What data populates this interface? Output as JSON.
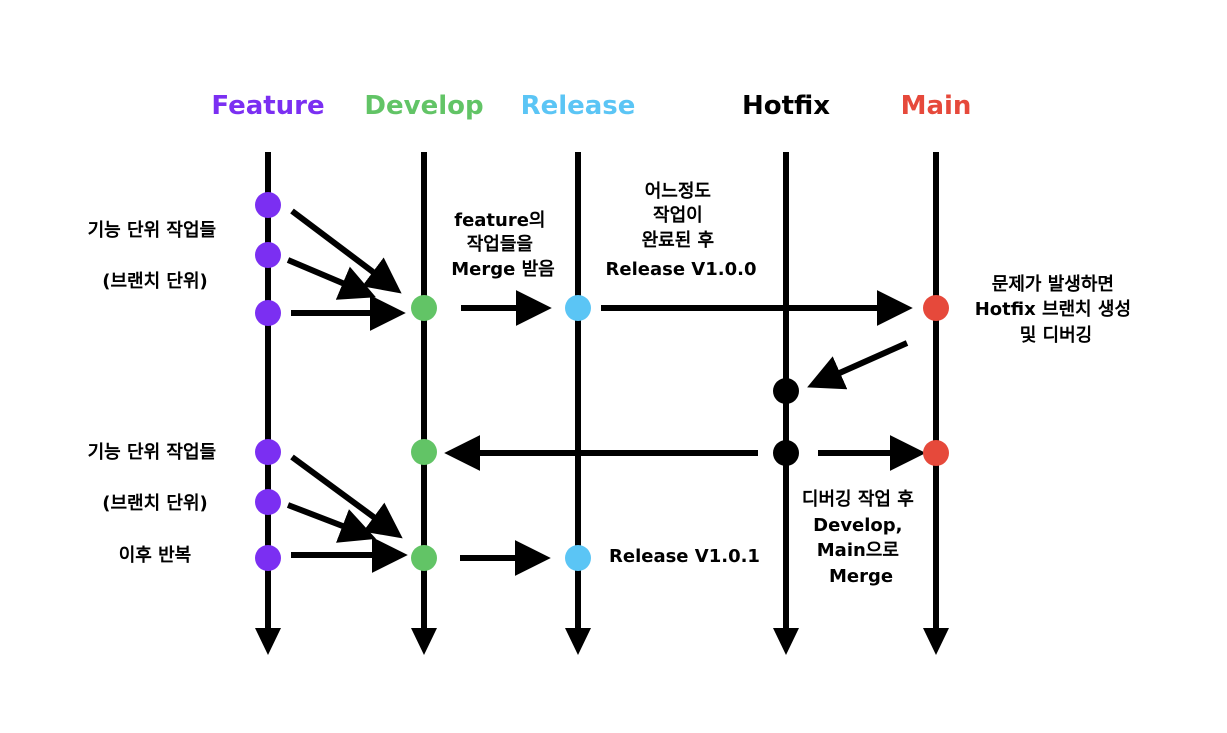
{
  "colors": {
    "feature": "#7b2ff2",
    "develop": "#62c466",
    "release": "#5bc5f5",
    "hotfix": "#000000",
    "main": "#e6493b",
    "line": "#000000"
  },
  "lanes": [
    {
      "id": "feature",
      "title": "Feature"
    },
    {
      "id": "develop",
      "title": "Develop"
    },
    {
      "id": "release",
      "title": "Release"
    },
    {
      "id": "hotfix",
      "title": "Hotfix"
    },
    {
      "id": "main",
      "title": "Main"
    }
  ],
  "notes": {
    "feature_work_1": [
      "기능 단위 작업들",
      "(브랜치 단위)"
    ],
    "develop_merge": [
      "feature의",
      "작업들을",
      "Merge 받음"
    ],
    "release_done": [
      "어느정도",
      "작업이",
      "완료된 후",
      "Release V1.0.0"
    ],
    "hotfix_create": [
      "문제가 발생하면",
      "Hotfix 브랜치 생성",
      "및 디버깅"
    ],
    "feature_work_2": [
      "기능 단위 작업들",
      "(브랜치 단위)"
    ],
    "repeat": [
      "이후 반복"
    ],
    "release_2": [
      "Release V1.0.1"
    ],
    "hotfix_merge": [
      "디버깅 작업 후",
      "Develop,",
      "Main으로",
      "Merge"
    ]
  }
}
